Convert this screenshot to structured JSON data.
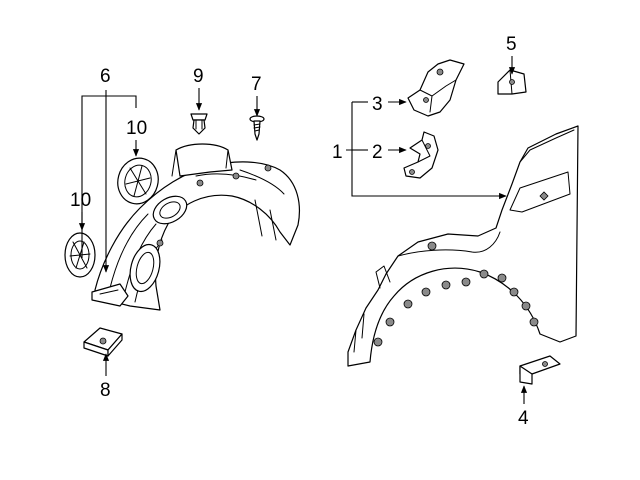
{
  "diagram": {
    "callouts": {
      "c1": "1",
      "c2": "2",
      "c3": "3",
      "c4": "4",
      "c5": "5",
      "c6": "6",
      "c7": "7",
      "c8": "8",
      "c9": "9",
      "c10a": "10",
      "c10b": "10"
    },
    "colors": {
      "line": "#000000",
      "fill": "#ffffff",
      "shade": "#8a8a8a"
    }
  }
}
